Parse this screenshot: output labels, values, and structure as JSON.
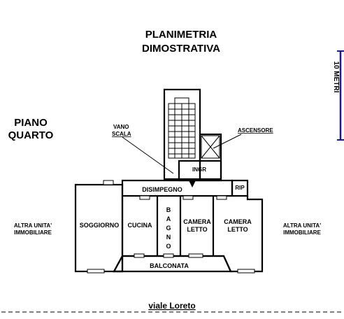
{
  "title": {
    "line1": "PLANIMETRIA",
    "line2": "DIMOSTRATIVA"
  },
  "floor": {
    "line1": "PIANO",
    "line2": "QUARTO"
  },
  "scale": {
    "label": "10 METRI",
    "color": "#1a1a8c"
  },
  "labels": {
    "vano_scala": {
      "line1": "VANO",
      "line2": "SCALA"
    },
    "ascensore": "ASCENSORE",
    "ingresso": "INGR",
    "disimpegno": "DISIMPEGNO",
    "ripostiglio": "RIP",
    "soggiorno": "SOGGIORNO",
    "cucina": "CUCINA",
    "bagno": [
      "B",
      "A",
      "G",
      "N",
      "O"
    ],
    "camera1": {
      "line1": "CAMERA",
      "line2": "LETTO"
    },
    "camera2": {
      "line1": "CAMERA",
      "line2": "LETTO"
    },
    "balconata": "BALCONATA",
    "altra_left": {
      "line1": "ALTRA UNITA'",
      "line2": "IMMOBILIARE"
    },
    "altra_right": {
      "line1": "ALTRA UNITA'",
      "line2": "IMMOBILIARE"
    }
  },
  "street": "viale Loreto"
}
